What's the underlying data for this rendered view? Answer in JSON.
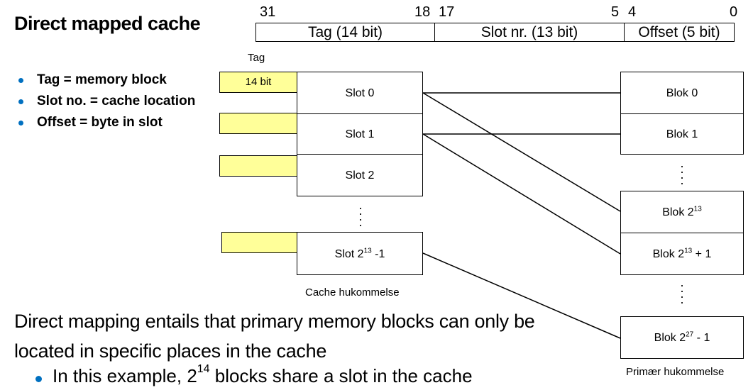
{
  "title": "Direct mapped cache",
  "address": {
    "bit_numbers": [
      "31",
      "18",
      "17",
      "5",
      "4",
      "0"
    ],
    "fields": [
      {
        "label": "Tag (14 bit)"
      },
      {
        "label": "Slot nr. (13 bit)"
      },
      {
        "label": "Offset (5 bit)"
      }
    ]
  },
  "bullets": [
    "Tag = memory block",
    "Slot no. = cache location",
    "Offset = byte in slot"
  ],
  "tag_column": {
    "label": "Tag",
    "first_text": "14 bit"
  },
  "cache": {
    "slots": [
      {
        "text": "Slot 0"
      },
      {
        "text": "Slot 1"
      },
      {
        "text": "Slot 2"
      },
      {
        "text": "Slot 2",
        "sup": "13",
        "suffix": " -1"
      }
    ],
    "caption": "Cache hukommelse"
  },
  "memory": {
    "blocks": [
      {
        "text": "Blok 0"
      },
      {
        "text": "Blok 1"
      },
      {
        "text": "Blok 2",
        "sup": "13",
        "suffix": ""
      },
      {
        "text": "Blok 2",
        "sup": "13",
        "suffix": " + 1"
      },
      {
        "text": "Blok 2",
        "sup": "27",
        "suffix": " - 1"
      }
    ],
    "caption": "Primær hukommelse"
  },
  "bottom_text": "Direct mapping entails that primary memory blocks can only be located in specific places in the cache",
  "sub_bullet": {
    "pre": "In this example, 2",
    "sup": "14",
    "post": " blocks share a slot in the cache"
  }
}
